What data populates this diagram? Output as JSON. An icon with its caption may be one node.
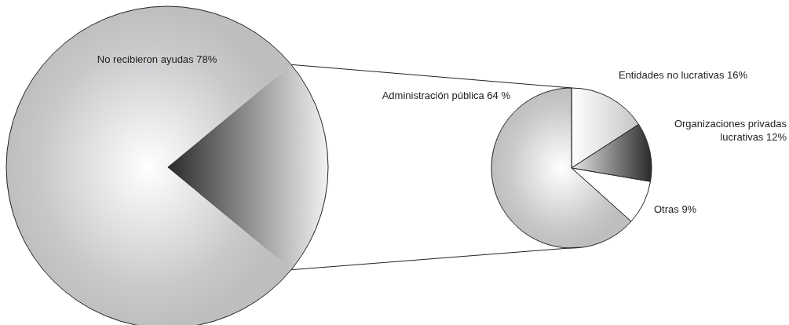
{
  "diagram": {
    "chart_data": [
      {
        "type": "pie",
        "categories": [
          "No recibieron ayudas 78%",
          null
        ],
        "values": [
          78,
          22
        ]
      },
      {
        "type": "pie",
        "categories": [
          "Entidades no lucrativas 16%",
          "Organizaciones privadas lucrativas 12%",
          "Otras 9%",
          "Administración pública 64 %"
        ],
        "values": [
          16,
          12,
          9,
          64
        ]
      }
    ]
  }
}
